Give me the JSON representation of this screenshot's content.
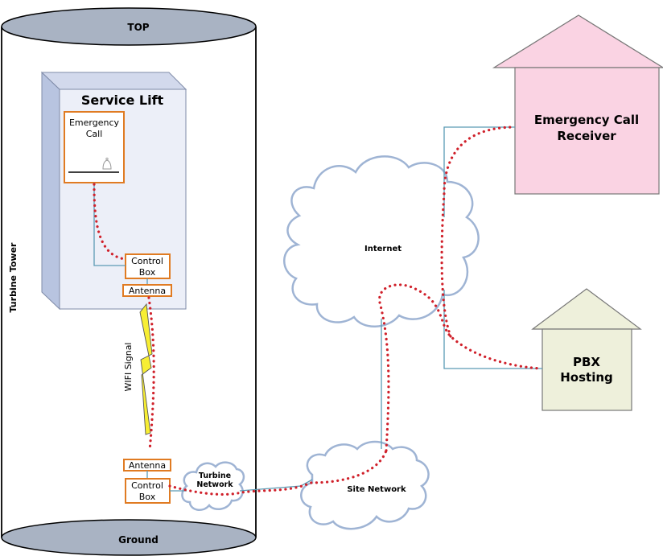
{
  "tower": {
    "label": "Turbine Tower",
    "top_label": "TOP",
    "ground_label": "Ground"
  },
  "service_lift": {
    "title": "Service Lift",
    "emergency_call_line1": "Emergency",
    "emergency_call_line2": "Call",
    "bell_icon": "bell-icon",
    "control_box_line1": "Control",
    "control_box_line2": "Box",
    "antenna": "Antenna"
  },
  "wifi": {
    "label": "WIFI Signal",
    "icon": "lightning-bolt-icon",
    "bolt_color": "#f7ee33"
  },
  "ground_equipment": {
    "antenna": "Antenna",
    "control_box_line1": "Control",
    "control_box_line2": "Box"
  },
  "networks": {
    "turbine_line1": "Turbine",
    "turbine_line2": "Network",
    "site": "Site Network",
    "internet": "Internet"
  },
  "emergency_receiver": {
    "line1": "Emergency Call",
    "line2": "Receiver",
    "fill": "#fad3e3"
  },
  "pbx": {
    "line1": "PBX",
    "line2": "Hosting",
    "fill": "#eef0db"
  },
  "colors": {
    "call_path": "#d0202a",
    "network_link": "#5b9bb5",
    "equipment_border": "#e07b22",
    "cloud_stroke": "#9fb4d4",
    "tower_cap": "#a9b3c3",
    "lift_panel": "#eceff8"
  }
}
